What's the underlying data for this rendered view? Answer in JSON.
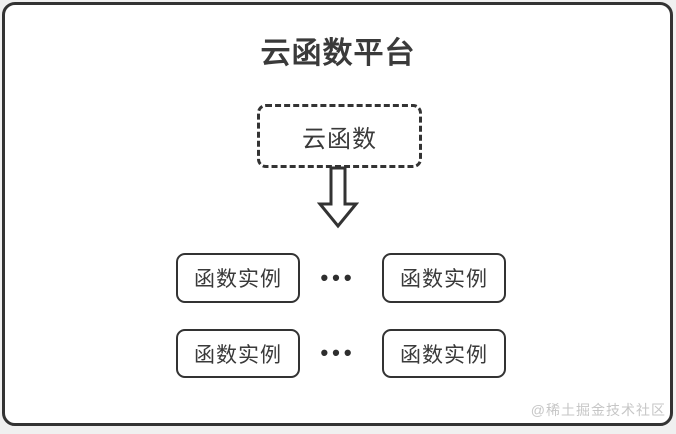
{
  "diagram": {
    "title": "云函数平台",
    "cloud_function_label": "云函数",
    "ellipsis": "•••",
    "instance_rows": [
      {
        "items": [
          "函数实例",
          "函数实例"
        ]
      },
      {
        "items": [
          "函数实例",
          "函数实例"
        ]
      }
    ],
    "watermark": "@稀土掘金技术社区",
    "colors": {
      "frame_border": "#333333",
      "box_border": "#333333",
      "text": "#3a3a3a",
      "canvas_background": "#ffffff",
      "page_background": "#f0f0f0",
      "watermark": "#c6c6c6"
    }
  }
}
